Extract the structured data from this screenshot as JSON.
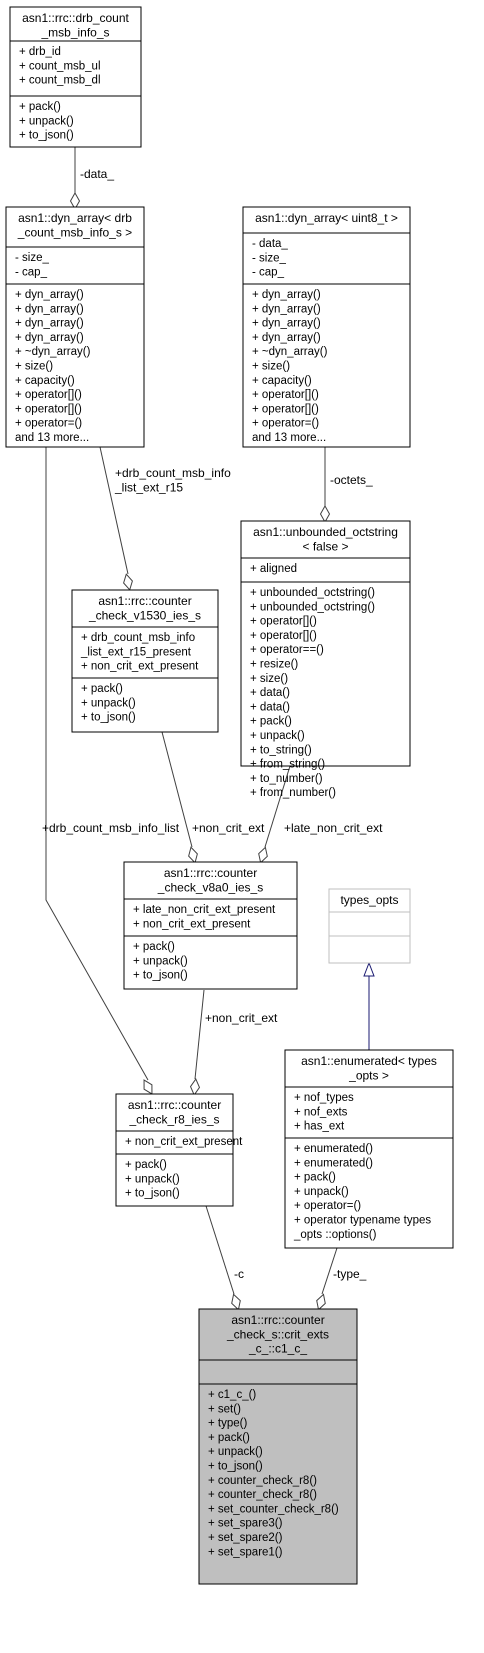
{
  "nodes": {
    "drb_count_msb_info_s": {
      "title": [
        "asn1::rrc::drb_count",
        "_msb_info_s"
      ],
      "attributes": [
        "+ drb_id",
        "+ count_msb_ul",
        "+ count_msb_dl"
      ],
      "methods": [
        "+ pack()",
        "+ unpack()",
        "+ to_json()"
      ]
    },
    "dyn_array_drb": {
      "title": [
        "asn1::dyn_array< drb",
        "_count_msb_info_s >"
      ],
      "attributes": [
        "- size_",
        "- cap_"
      ],
      "methods": [
        "+ dyn_array()",
        "+ dyn_array()",
        "+ dyn_array()",
        "+ dyn_array()",
        "+ ~dyn_array()",
        "+ size()",
        "+ capacity()",
        "+ operator[]()",
        "+ operator[]()",
        "+ operator=()",
        "and 13 more..."
      ]
    },
    "dyn_array_uint8": {
      "title": [
        "asn1::dyn_array< uint8_t >"
      ],
      "attributes": [
        "- data_",
        "- size_",
        "- cap_"
      ],
      "methods": [
        "+ dyn_array()",
        "+ dyn_array()",
        "+ dyn_array()",
        "+ dyn_array()",
        "+ ~dyn_array()",
        "+ size()",
        "+ capacity()",
        "+ operator[]()",
        "+ operator[]()",
        "+ operator=()",
        "and 13 more..."
      ]
    },
    "unbounded_octstring": {
      "title": [
        "asn1::unbounded_octstring",
        "< false >"
      ],
      "attributes": [
        "+ aligned"
      ],
      "methods": [
        "+ unbounded_octstring()",
        "+ unbounded_octstring()",
        "+ operator[]()",
        "+ operator[]()",
        "+ operator==()",
        "+ resize()",
        "+ size()",
        "+ data()",
        "+ data()",
        "+ pack()",
        "+ unpack()",
        "+ to_string()",
        "+ from_string()",
        "+ to_number()",
        "+ from_number()"
      ]
    },
    "counter_check_v1530": {
      "title": [
        "asn1::rrc::counter",
        "_check_v1530_ies_s"
      ],
      "attributes": [
        "+ drb_count_msb_info",
        "_list_ext_r15_present",
        "+ non_crit_ext_present"
      ],
      "methods": [
        "+ pack()",
        "+ unpack()",
        "+ to_json()"
      ]
    },
    "counter_check_v8a0": {
      "title": [
        "asn1::rrc::counter",
        "_check_v8a0_ies_s"
      ],
      "attributes": [
        "+ late_non_crit_ext_present",
        "+ non_crit_ext_present"
      ],
      "methods": [
        "+ pack()",
        "+ unpack()",
        "+ to_json()"
      ]
    },
    "types_opts": {
      "title": [
        "types_opts"
      ],
      "attributes": [],
      "methods": []
    },
    "enumerated": {
      "title": [
        "asn1::enumerated< types",
        "_opts >"
      ],
      "attributes": [
        "+ nof_types",
        "+ nof_exts",
        "+ has_ext"
      ],
      "methods": [
        "+ enumerated()",
        "+ enumerated()",
        "+ pack()",
        "+ unpack()",
        "+ operator=()",
        "+ operator typename types",
        "_opts ::options()"
      ]
    },
    "counter_check_r8": {
      "title": [
        "asn1::rrc::counter",
        "_check_r8_ies_s"
      ],
      "attributes": [
        "+ non_crit_ext_present"
      ],
      "methods": [
        "+ pack()",
        "+ unpack()",
        "+ to_json()"
      ]
    },
    "c1_c": {
      "title": [
        "asn1::rrc::counter",
        "_check_s::crit_exts",
        "_c_::c1_c_"
      ],
      "attributes": [],
      "methods": [
        "+ c1_c_()",
        "+ set()",
        "+ type()",
        "+ pack()",
        "+ unpack()",
        "+ to_json()",
        "+ counter_check_r8()",
        "+ counter_check_r8()",
        "+ set_counter_check_r8()",
        "+ set_spare3()",
        "+ set_spare2()",
        "+ set_spare1()"
      ]
    }
  },
  "edges": {
    "data": [
      "-data_"
    ],
    "drb_list_ext": [
      "+drb_count_msb_info",
      "_list_ext_r15"
    ],
    "octets": [
      "-octets_"
    ],
    "drb_list": [
      "+drb_count_msb_info_list"
    ],
    "non_crit_ext_1": [
      "+non_crit_ext"
    ],
    "late_non_crit_ext": [
      "+late_non_crit_ext"
    ],
    "non_crit_ext_2": [
      "+non_crit_ext"
    ],
    "c": [
      "-c"
    ],
    "type": [
      "-type_"
    ]
  },
  "colors": {
    "node_border": "#000000",
    "node_fill": "#ffffff",
    "highlight_fill": "#bfbfbf",
    "types_opts_border": "#bfbfbf",
    "aggregation_edge": "#404040",
    "inheritance_edge": "#191970"
  }
}
